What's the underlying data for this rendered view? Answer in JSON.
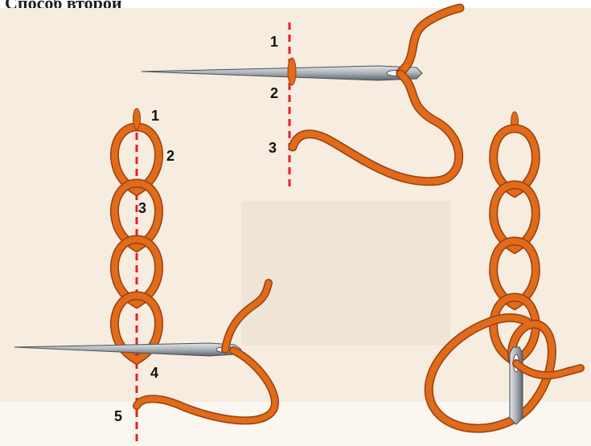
{
  "title": "Способ второй",
  "colors": {
    "background": "#f6ecdf",
    "thread": "#e06b1a",
    "thread_outline": "#9a3f0c",
    "guide_line": "#e8202a",
    "needle": "#a9b0b7",
    "needle_dark": "#4a5058"
  },
  "top_step": {
    "labels": [
      "1",
      "2",
      "3"
    ]
  },
  "left_step": {
    "labels": [
      "1",
      "2",
      "3",
      "4",
      "5"
    ]
  },
  "right_step": {
    "labels": []
  }
}
